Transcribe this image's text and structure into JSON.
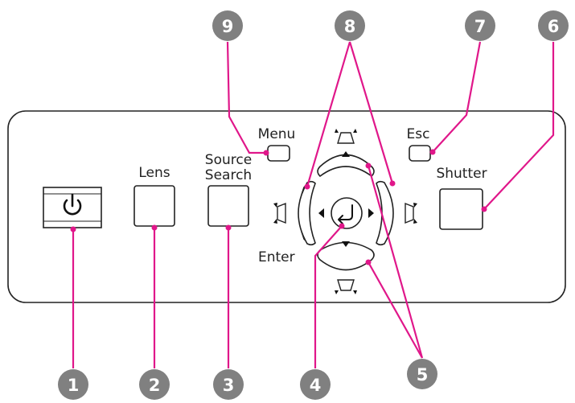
{
  "labels": {
    "lens": "Lens",
    "source": "Source",
    "search": "Search",
    "menu": "Menu",
    "esc": "Esc",
    "shutter": "Shutter",
    "enter": "Enter"
  },
  "callouts": [
    "1",
    "2",
    "3",
    "4",
    "5",
    "6",
    "7",
    "8",
    "9"
  ],
  "colors": {
    "leader": "#e0178a",
    "badge": "#808080",
    "outline": "#222222"
  },
  "icons": {
    "power": "power-icon",
    "enter": "enter-return-icon",
    "keystone": "keystone-icon",
    "arrow": "triangle-arrow-icon"
  }
}
